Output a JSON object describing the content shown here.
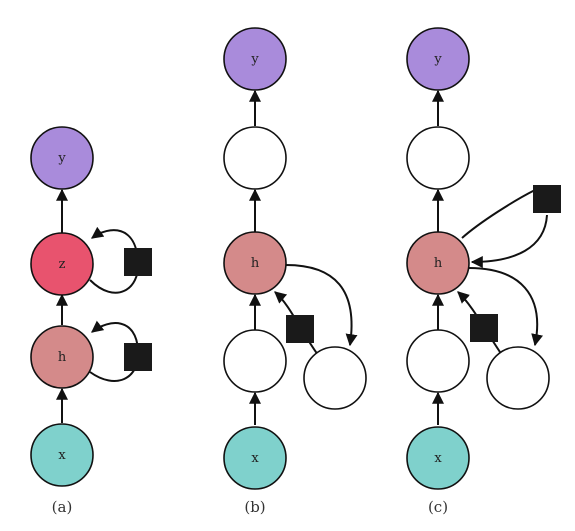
{
  "colors": {
    "output": "#A98BDB",
    "hidden": "#D48A8A",
    "hidden_strong": "#E8536E",
    "input": "#7FD1CC",
    "empty": "#FFFFFF",
    "delay": "#1A1A1A"
  },
  "panels": [
    {
      "label": "(a)",
      "nodes": [
        {
          "key": "y",
          "text": "y",
          "kind": "output"
        },
        {
          "key": "z",
          "text": "z",
          "kind": "hidden_strong"
        },
        {
          "key": "h",
          "text": "h",
          "kind": "hidden"
        },
        {
          "key": "x",
          "text": "x",
          "kind": "input"
        }
      ]
    },
    {
      "label": "(b)",
      "nodes": [
        {
          "key": "y",
          "text": "y",
          "kind": "output"
        },
        {
          "key": "o",
          "text": "",
          "kind": "empty"
        },
        {
          "key": "h",
          "text": "h",
          "kind": "hidden"
        },
        {
          "key": "i",
          "text": "",
          "kind": "empty"
        },
        {
          "key": "x",
          "text": "x",
          "kind": "input"
        },
        {
          "key": "s",
          "text": "",
          "kind": "empty"
        }
      ]
    },
    {
      "label": "(c)",
      "nodes": [
        {
          "key": "y",
          "text": "y",
          "kind": "output"
        },
        {
          "key": "o",
          "text": "",
          "kind": "empty"
        },
        {
          "key": "h",
          "text": "h",
          "kind": "hidden"
        },
        {
          "key": "i",
          "text": "",
          "kind": "empty"
        },
        {
          "key": "x",
          "text": "x",
          "kind": "input"
        },
        {
          "key": "s",
          "text": "",
          "kind": "empty"
        }
      ]
    }
  ]
}
